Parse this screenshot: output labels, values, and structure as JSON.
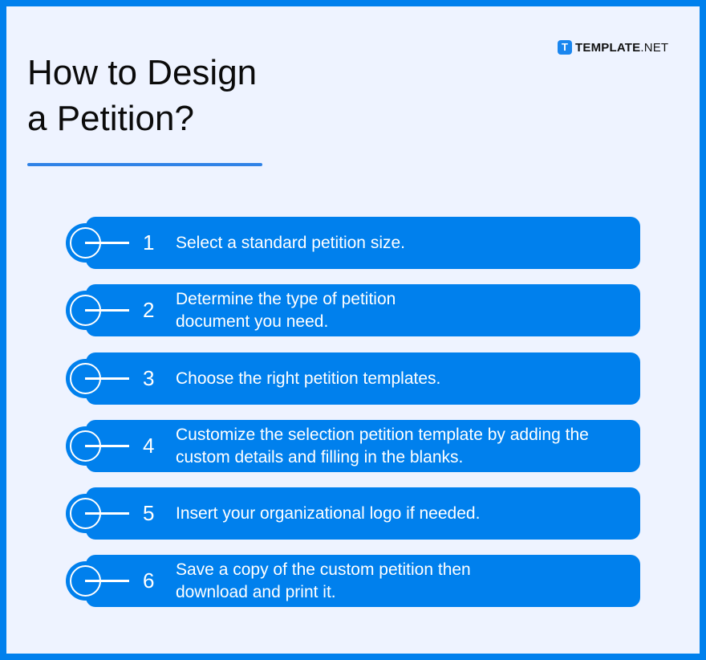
{
  "header": {
    "title_line1": "How to Design",
    "title_line2": "a Petition?"
  },
  "brand": {
    "icon_letter": "T",
    "name": "TEMPLATE",
    "suffix": ".NET"
  },
  "colors": {
    "primary": "#0080ED",
    "background": "#EEF3FF",
    "underline": "#2F82E6",
    "title_text": "#0B0B0B"
  },
  "steps": [
    {
      "number": "1",
      "text": "Select a standard petition size."
    },
    {
      "number": "2",
      "text": "Determine the type of petition document you need."
    },
    {
      "number": "3",
      "text": "Choose the right petition templates."
    },
    {
      "number": "4",
      "text": "Customize the selection petition template by adding the custom details and filling in the blanks."
    },
    {
      "number": "5",
      "text": "Insert your organizational logo if needed."
    },
    {
      "number": "6",
      "text": "Save a copy of the custom petition then download and print it."
    }
  ]
}
